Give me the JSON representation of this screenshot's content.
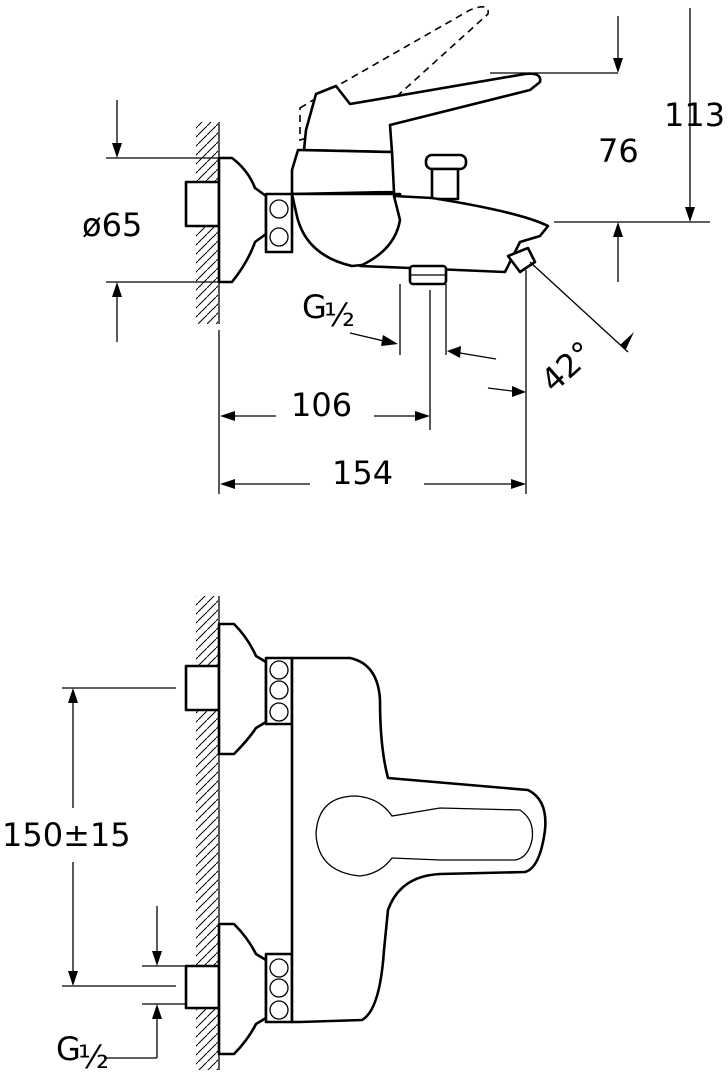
{
  "side_view": {
    "dim_height_total": "113",
    "dim_height_spout": "76",
    "dim_diameter": "ø65",
    "dim_thread_g": "G",
    "dim_thread_frac": "½",
    "dim_angle": "42°",
    "dim_length_outlet": "106",
    "dim_length_total": "154"
  },
  "front_view": {
    "dim_spacing": "150±15",
    "dim_thread_g": "G",
    "dim_thread_frac": "½"
  }
}
